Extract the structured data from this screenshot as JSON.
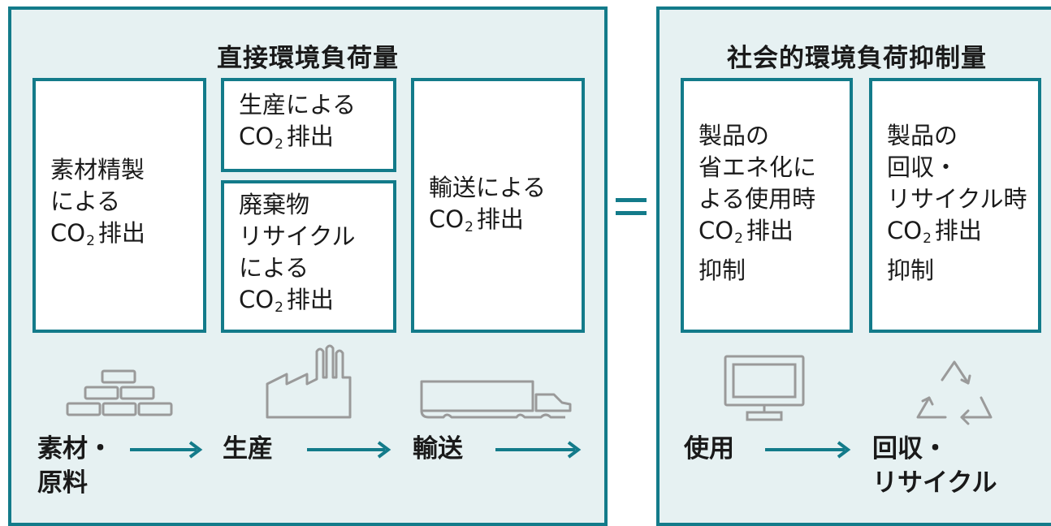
{
  "colors": {
    "accent": "#137b8a",
    "panel_bg": "#e6f1f2",
    "icon_stroke": "#9a9a9a",
    "text": "#1a1a1a"
  },
  "left_panel": {
    "title": "直接環境負荷量",
    "boxes": {
      "materials": {
        "lines": [
          "素材精製",
          "による",
          "CO",
          "2",
          "排出"
        ]
      },
      "production": {
        "lines": [
          "生産による",
          "CO",
          "2",
          "排出"
        ]
      },
      "waste": {
        "lines": [
          "廃棄物",
          "リサイクル",
          "による",
          "CO",
          "2",
          "排出"
        ]
      },
      "transport": {
        "lines": [
          "輸送による",
          "CO",
          "2",
          "排出"
        ]
      }
    },
    "stages": {
      "materials": [
        "素材・",
        "原料"
      ],
      "production": "生産",
      "transport": "輸送"
    },
    "icons": [
      "bricks-icon",
      "factory-icon",
      "truck-icon"
    ]
  },
  "equals_sign": "=",
  "right_panel": {
    "title": "社会的環境負荷抑制量",
    "boxes": {
      "usage": {
        "lines": [
          "製品の",
          "省エネ化に",
          "よる使用時",
          "CO",
          "2",
          "排出",
          "抑制"
        ]
      },
      "recycle": {
        "lines": [
          "製品の",
          "回収・",
          "リサイクル時",
          "CO",
          "2",
          "排出",
          "抑制"
        ]
      }
    },
    "stages": {
      "usage": "使用",
      "recycle": [
        "回収・",
        "リサイクル"
      ]
    },
    "icons": [
      "monitor-icon",
      "recycle-icon"
    ]
  }
}
